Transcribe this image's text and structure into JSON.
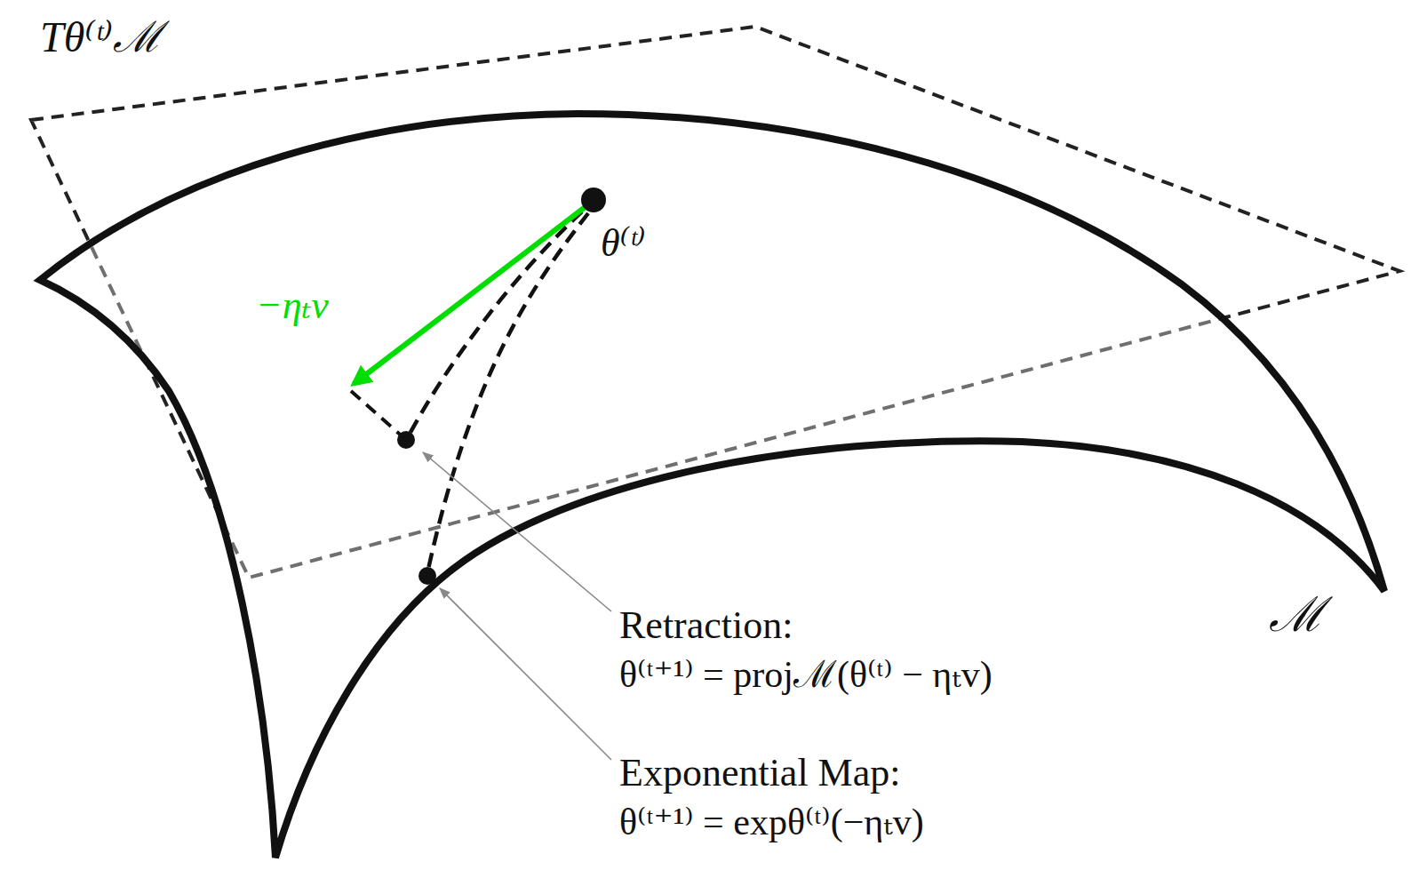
{
  "diagram": {
    "labels": [
      "Tθ⁽ᵗ⁾ℳ",
      "θ⁽ᵗ⁾",
      "−ηₜv",
      "Retraction:",
      "θ⁽ᵗ⁺¹⁾ = projℳ(θ⁽ᵗ⁾ − ηₜv)",
      "Exponential Map:",
      "θ⁽ᵗ⁺¹⁾ = expθ⁽ᵗ⁾(−ηₜv)",
      "ℳ"
    ]
  }
}
